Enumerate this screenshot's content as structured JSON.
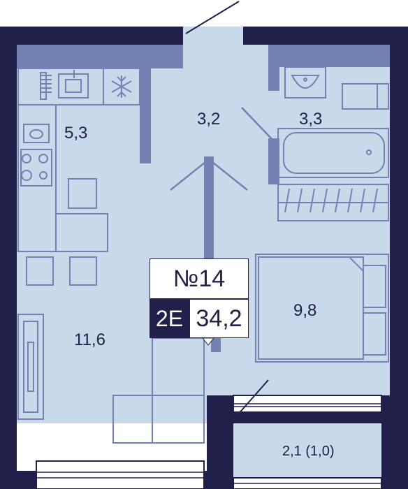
{
  "apartment": {
    "number_label": "№14",
    "type_label": "2E",
    "total_area": "34,2"
  },
  "rooms": {
    "kitchen_area": "5,3",
    "hall_area": "3,2",
    "bathroom_area": "3,3",
    "living_area": "11,6",
    "bedroom_area": "9,8",
    "balcony_area": "2,1 (1,0)"
  },
  "colors": {
    "floor": "#c8daea",
    "wall": "#20204a",
    "partition": "#7381b3",
    "furniture_line": "#7381b3"
  }
}
